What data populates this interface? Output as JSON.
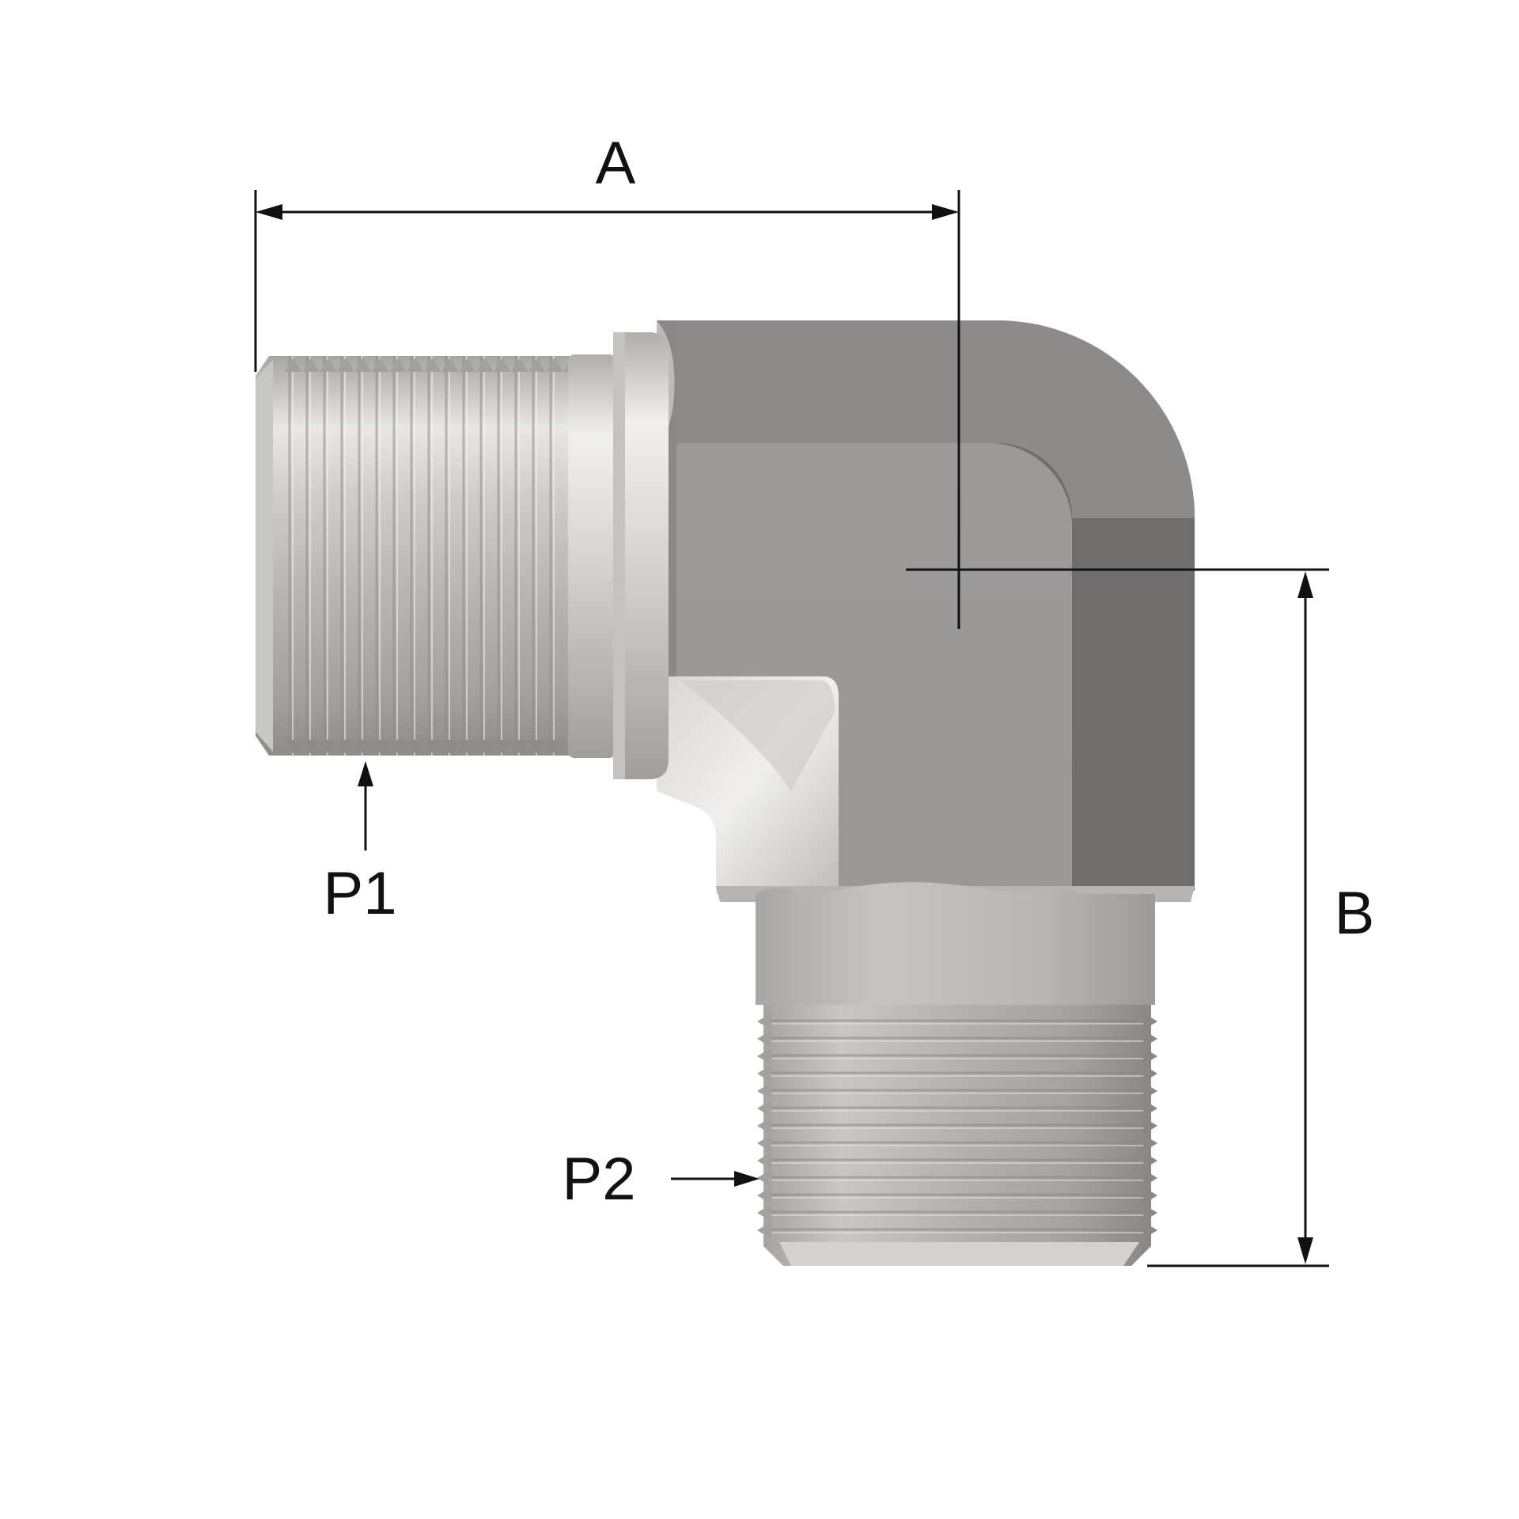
{
  "dimensions": {
    "a_label": "A",
    "b_label": "B"
  },
  "ports": {
    "p1_label": "P1",
    "p2_label": "P2"
  },
  "colors": {
    "body_face": "#9a9896",
    "body_dark": "#6f6e6c",
    "body_light": "#b3b1ae",
    "thread_light": "#e6e5e2",
    "thread_mid": "#bdbbb8",
    "thread_dark": "#8e8c89",
    "line": "#111111"
  }
}
